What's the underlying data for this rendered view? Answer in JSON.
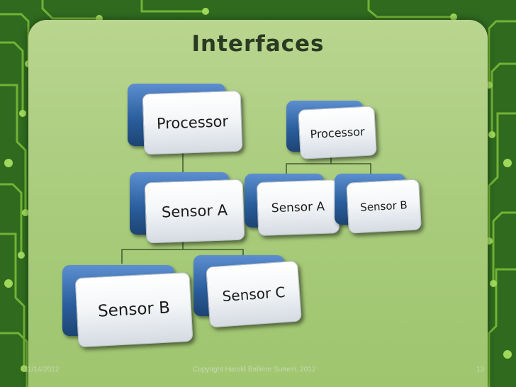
{
  "slide": {
    "title": "Interfaces",
    "footer_date": "11/14/2012",
    "footer_text": "Copyright Harold Balliere Sumeri, 2012",
    "page_number": "13"
  },
  "diagrams": {
    "left_tree": {
      "root": "Processor",
      "mid": "Sensor A",
      "leaf_1": "Sensor B",
      "leaf_2": "Sensor C"
    },
    "right_tree": {
      "root": "Processor",
      "child_1": "Sensor A",
      "child_2": "Sensor B"
    }
  },
  "colors": {
    "background": "#2f6a1f",
    "panel": "#b9d58f",
    "box_back": "#2b5f9e",
    "box_front": "#ffffff",
    "title_text": "#2b3a22"
  }
}
